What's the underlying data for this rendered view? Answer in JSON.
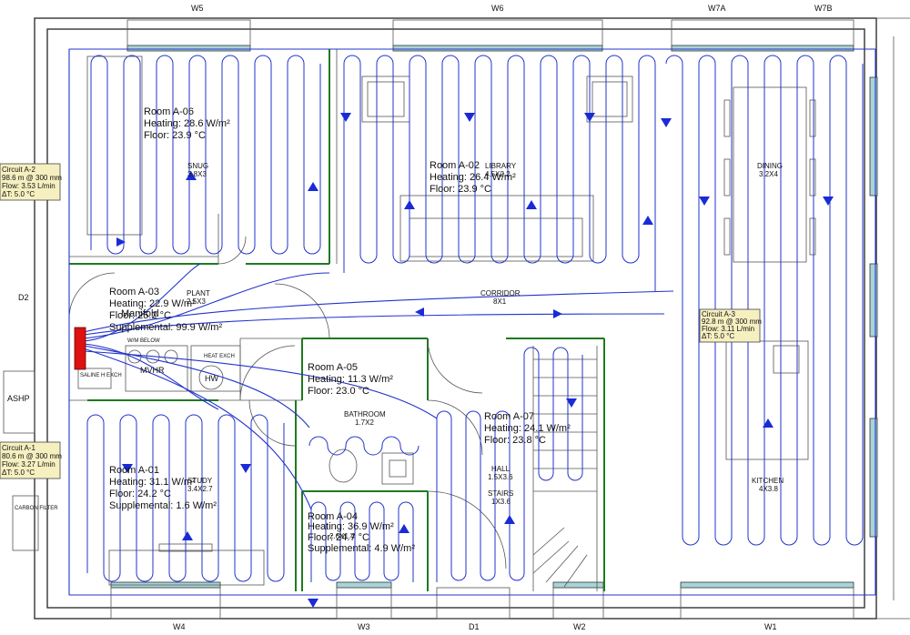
{
  "top_labels": [
    "W5",
    "W6",
    "W7A",
    "W7B"
  ],
  "bottom_labels": [
    "W4",
    "W3",
    "D1",
    "W2",
    "W1"
  ],
  "side_labels": {
    "left_door": "D2",
    "heat_pump": "ASHP"
  },
  "rooms": [
    {
      "id": "A-06",
      "name": "Room A-06",
      "heating": "Heating: 28.6 W/m²",
      "floor": "Floor: 23.9 °C"
    },
    {
      "id": "A-02",
      "name": "Room A-02",
      "heating": "Heating: 26.4 W/m²",
      "floor": "Floor: 23.9 °C"
    },
    {
      "id": "A-03",
      "name": "Room A-03",
      "heating": "Heating: 22.9 W/m²",
      "floor": "Floor: 25.2 °C",
      "supplemental": "Supplemental: 99.9 W/m²"
    },
    {
      "id": "A-05",
      "name": "Room A-05",
      "heating": "Heating: 11.3 W/m²",
      "floor": "Floor: 23.0 °C"
    },
    {
      "id": "A-07",
      "name": "Room A-07",
      "heating": "Heating: 24.1 W/m²",
      "floor": "Floor: 23.8 °C"
    },
    {
      "id": "A-01",
      "name": "Room A-01",
      "heating": "Heating: 31.1 W/m²",
      "floor": "Floor: 24.2 °C",
      "supplemental": "Supplemental: 1.6 W/m²"
    },
    {
      "id": "A-04",
      "name": "Room A-04",
      "heating": "Heating: 36.9 W/m²",
      "floor": "Floor: 24.7 °C",
      "supplemental": "Supplemental: 4.9 W/m²"
    }
  ],
  "room_names": [
    {
      "name": "SNUG",
      "size": "3.8X3"
    },
    {
      "name": "LIBRARY",
      "size": "4.5X2.2"
    },
    {
      "name": "DINING",
      "size": "3.2X4"
    },
    {
      "name": "PLANT",
      "size": "2.5X3"
    },
    {
      "name": "CORRIDOR",
      "size": "8X1"
    },
    {
      "name": "BATHROOM",
      "size": "1.7X2"
    },
    {
      "name": "HALL",
      "size": "1.5X3.6"
    },
    {
      "name": "STAIRS",
      "size": "1X3.6"
    },
    {
      "name": "STUDY",
      "size": "3.4X2.7"
    },
    {
      "name": "KITCHEN",
      "size": "4X3.8"
    },
    {
      "name": "",
      "size": "2.6X1.4"
    }
  ],
  "manifold_label": "Manifold",
  "plant": {
    "mvhr": "MVHR",
    "heat_exch": "HEAT EXCH",
    "hw": "HW",
    "saline": "SALINE H EXCH",
    "carbon_filter": "CARBON FILTER",
    "wm_below": "W/M BELOW"
  },
  "circuits": [
    {
      "name": "Circuit A-2",
      "length": "98.6 m @ 300 mm",
      "flow": "Flow: 3.53 L/min",
      "dt": "ΔT: 5.0 °C"
    },
    {
      "name": "Circuit A-3",
      "length": "92.8 m @ 300 mm",
      "flow": "Flow: 3.11 L/min",
      "dt": "ΔT: 5.0 °C"
    },
    {
      "name": "Circuit A-1",
      "length": "80.6 m @ 300 mm",
      "flow": "Flow: 3.27 L/min",
      "dt": "ΔT: 5.0 °C"
    }
  ],
  "colors": {
    "pipe": "#2233cc",
    "wall": "#333333",
    "partition": "#1f7a1f",
    "glass": "#a8d4d8",
    "callout": "#f6efc0",
    "manifold": "#dd1111"
  }
}
